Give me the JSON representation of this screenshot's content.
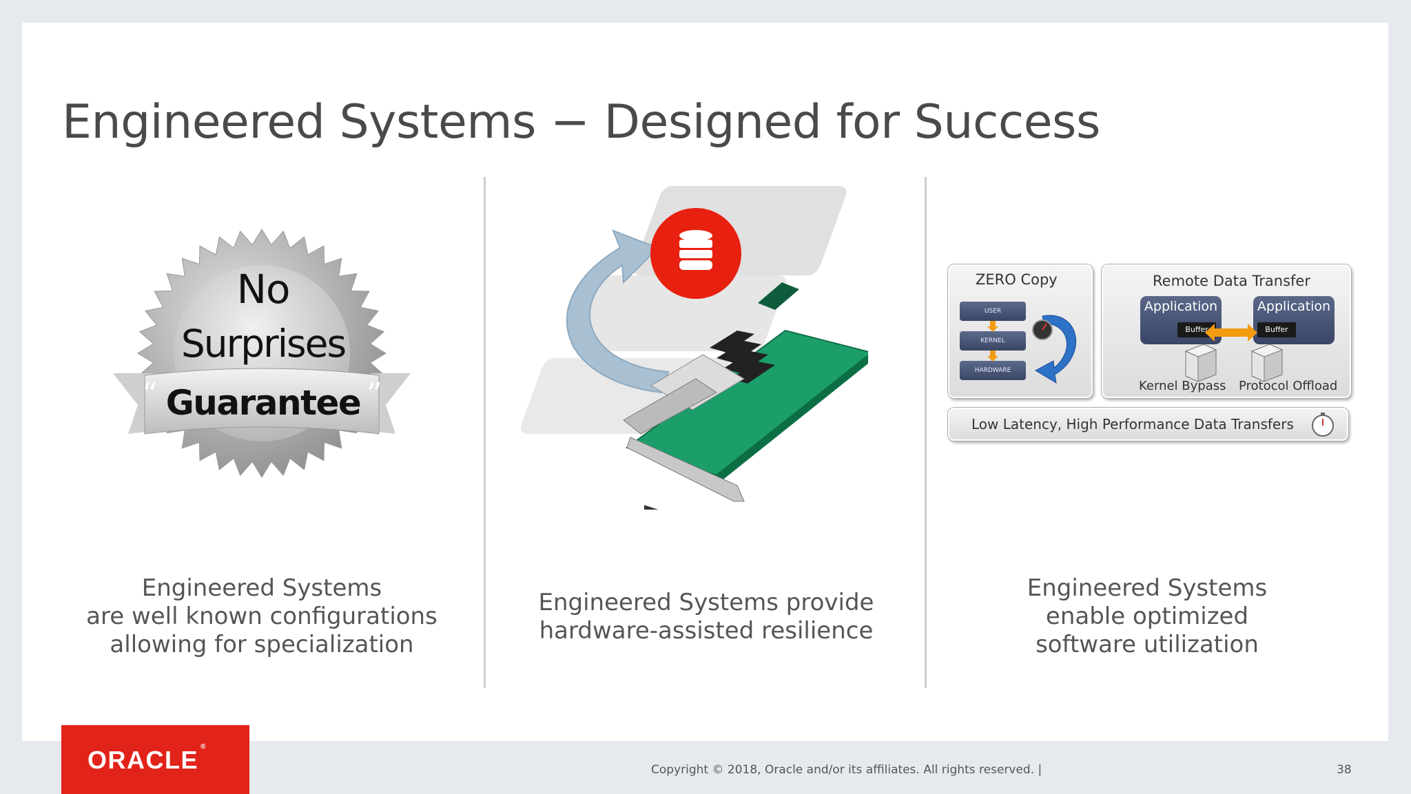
{
  "title": "Engineered Systems − Designed for Success",
  "columns": [
    {
      "badge": {
        "line1": "No",
        "line2": "Surprises",
        "banner": "Guarantee",
        "quote_open": "“",
        "quote_close": "”"
      },
      "caption": [
        "Engineered Systems",
        "are well known configurations",
        "allowing for specialization"
      ]
    },
    {
      "caption": [
        "Engineered Systems provide",
        "hardware-assisted resilience"
      ]
    },
    {
      "zero_copy": {
        "title": "ZERO Copy",
        "layers": [
          "USER",
          "KERNEL",
          "HARDWARE"
        ]
      },
      "remote": {
        "title": "Remote Data Transfer",
        "app_left": "Application",
        "app_right": "Application",
        "buffer_left": "Buffer",
        "buffer_right": "Buffer",
        "label_left": "Kernel Bypass",
        "label_right": "Protocol Offload"
      },
      "latency_bar": "Low Latency, High Performance Data Transfers",
      "caption": [
        "Engineered Systems",
        "enable optimized",
        "software utilization"
      ]
    }
  ],
  "footer": {
    "logo": "ORACLE",
    "logo_mark": "®",
    "copyright": "Copyright © 2018, Oracle and/or its affiliates. All rights reserved.  |",
    "page_number": "38"
  },
  "colors": {
    "oracle_red": "#e2231a",
    "db_red": "#e8200f",
    "arrow_blue": "#9db7cc",
    "accent_orange": "#f39c12"
  },
  "icons": [
    "database-icon",
    "curved-arrow-icon",
    "network-card-icon",
    "server-icon",
    "stopwatch-icon",
    "speedometer-icon"
  ]
}
